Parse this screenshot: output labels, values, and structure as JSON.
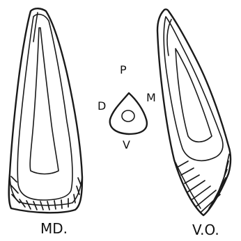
{
  "figure": {
    "views": [
      {
        "id": "md",
        "caption": "MD."
      },
      {
        "id": "vo",
        "caption": "V.O."
      }
    ],
    "cross_section": {
      "labels": {
        "top": "P",
        "left": "D",
        "right": "M",
        "bottom": "V"
      }
    },
    "colors": {
      "ink": "#1a1a1a",
      "background": "#ffffff"
    }
  }
}
